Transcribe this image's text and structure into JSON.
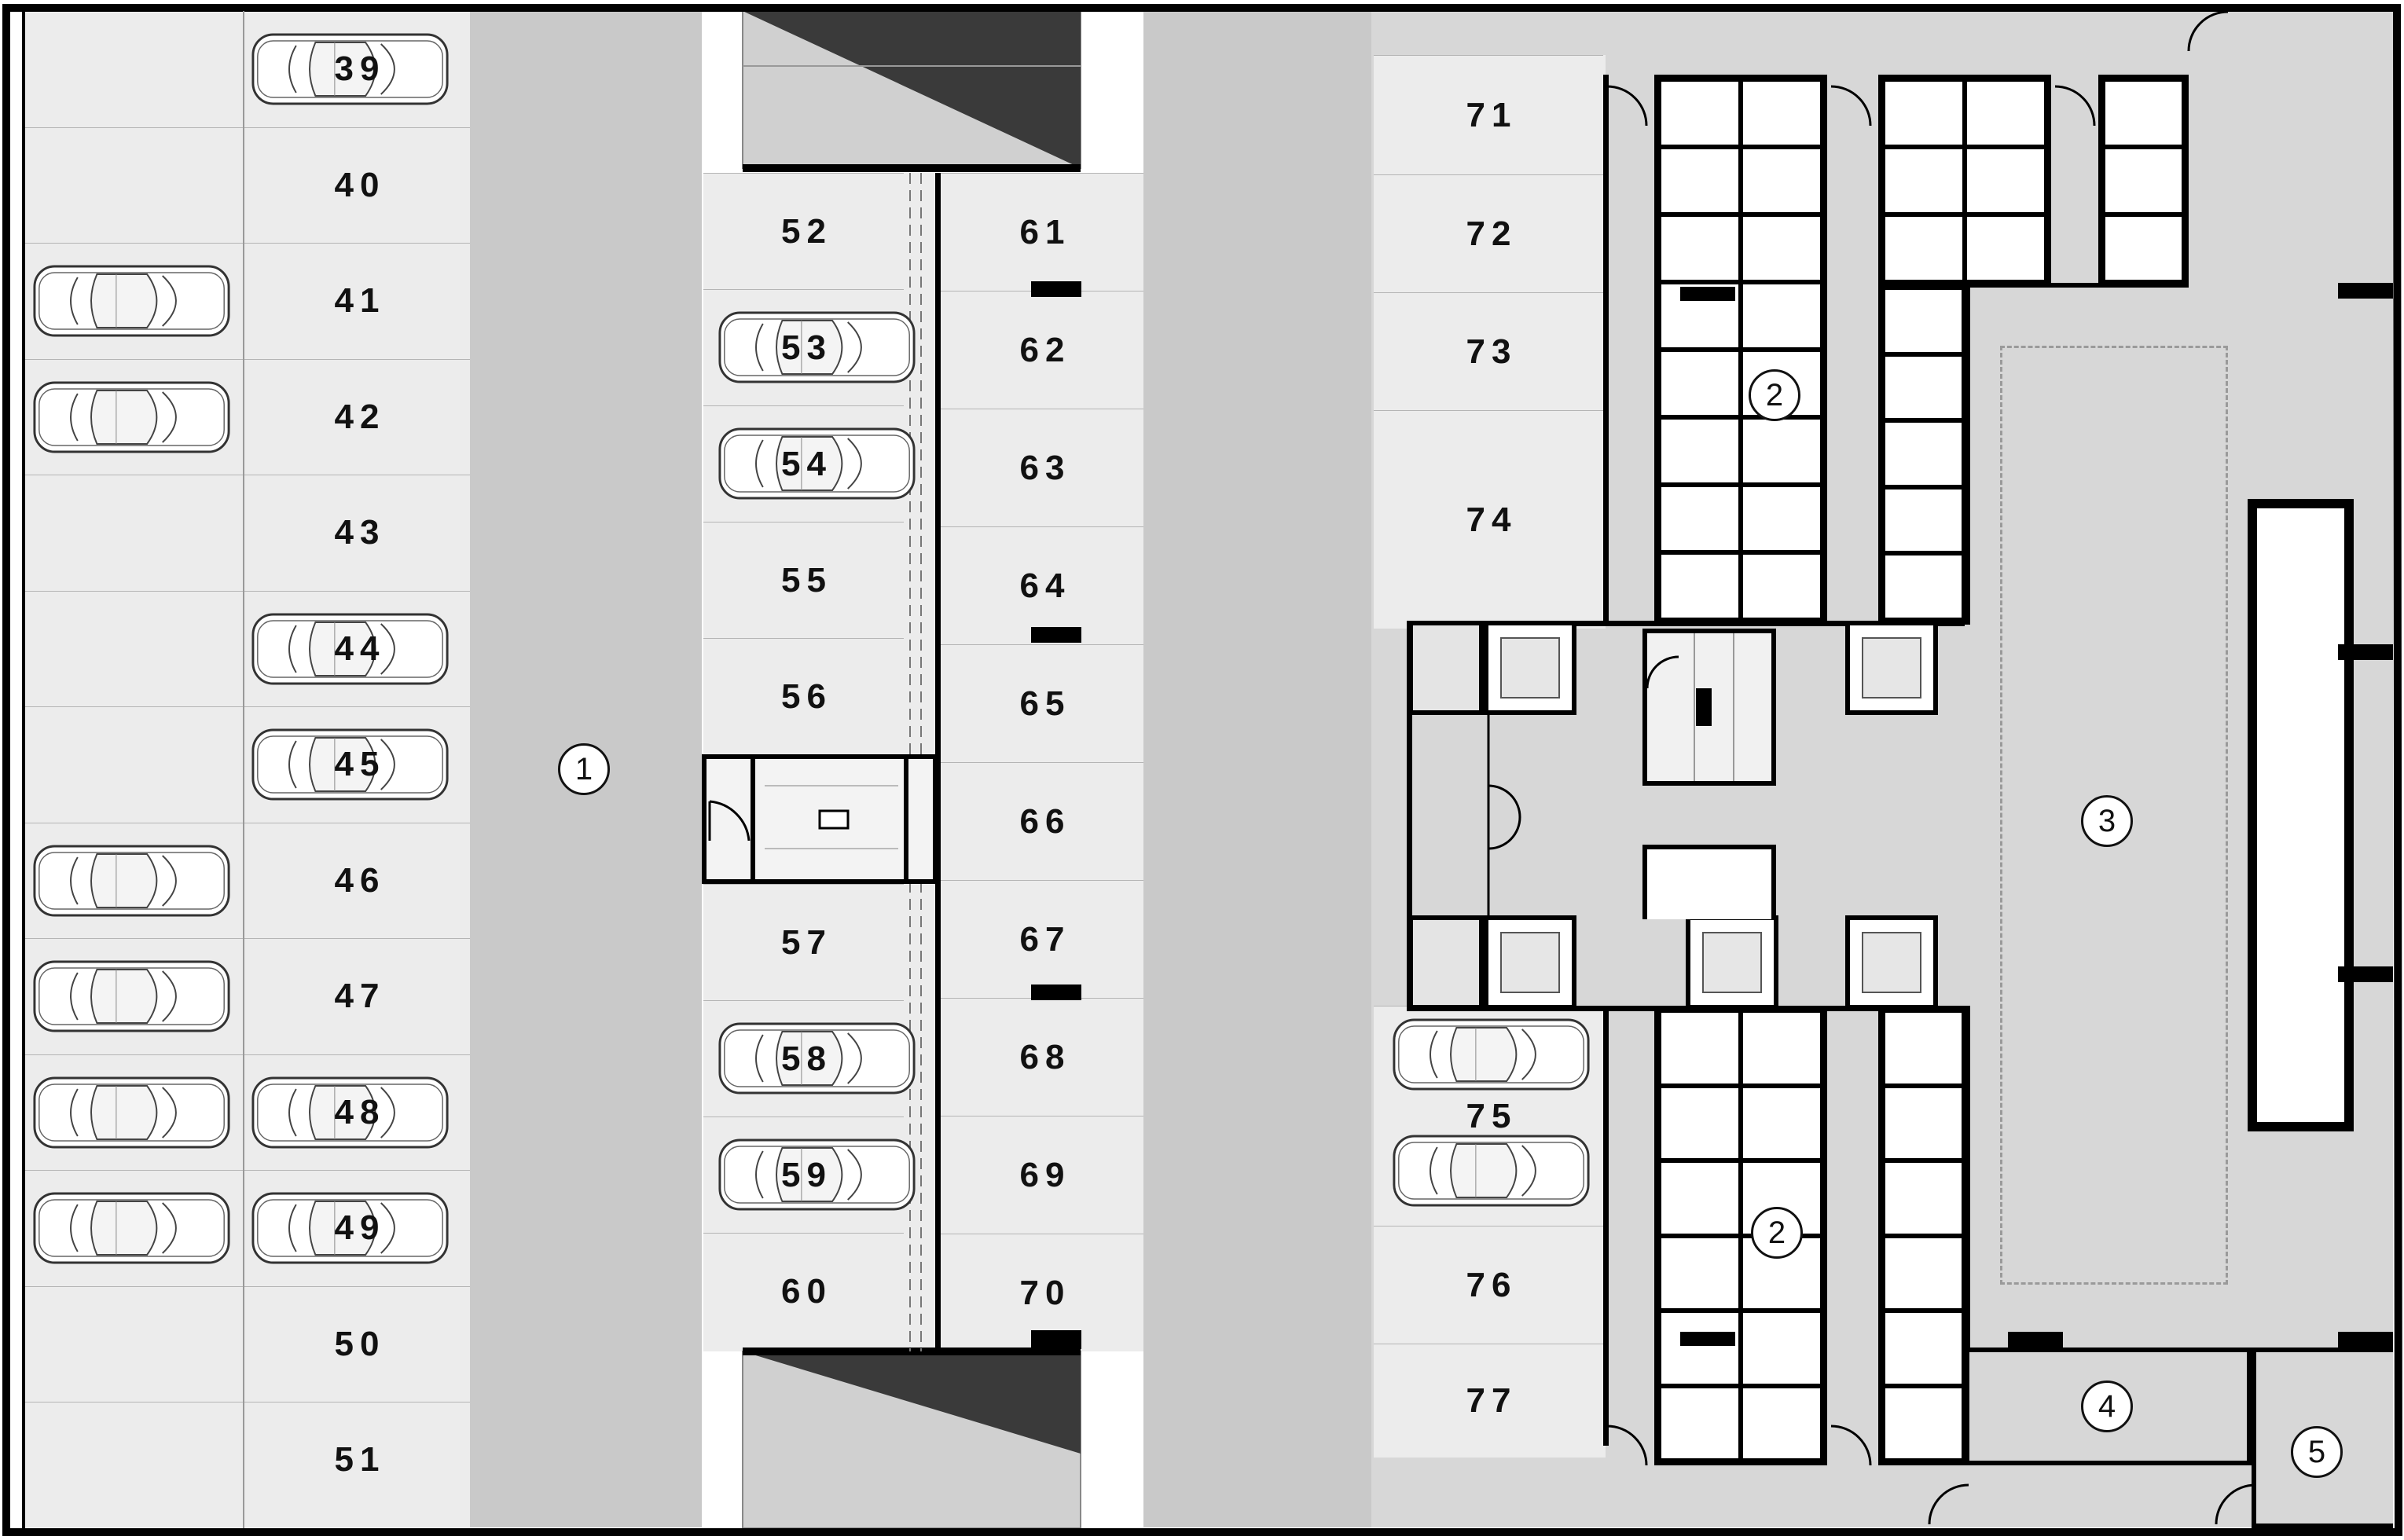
{
  "left_row_a_stalls": [
    {
      "id": "39",
      "car": false
    },
    {
      "id": "40",
      "car": false
    },
    {
      "id": "41",
      "car": true
    },
    {
      "id": "42",
      "car": true
    },
    {
      "id": "43",
      "car": false
    },
    {
      "id": "44",
      "car": false
    },
    {
      "id": "45",
      "car": false
    },
    {
      "id": "46",
      "car": true
    },
    {
      "id": "47",
      "car": true
    },
    {
      "id": "48",
      "car": true
    },
    {
      "id": "49",
      "car": true
    },
    {
      "id": "50",
      "car": false
    },
    {
      "id": "51",
      "car": false
    }
  ],
  "left_row_b_cars": [
    "39",
    "44",
    "45",
    "48",
    "49"
  ],
  "center_west_stalls": [
    {
      "id": "52",
      "car": false
    },
    {
      "id": "53",
      "car": true
    },
    {
      "id": "54",
      "car": true
    },
    {
      "id": "55",
      "car": false
    },
    {
      "id": "56",
      "car": false
    },
    {
      "id": "57",
      "car": false
    },
    {
      "id": "58",
      "car": true
    },
    {
      "id": "59",
      "car": true
    },
    {
      "id": "60",
      "car": false
    }
  ],
  "center_east_stalls": [
    "61",
    "62",
    "63",
    "64",
    "65",
    "66",
    "67",
    "68",
    "69",
    "70"
  ],
  "east_upper_stalls": [
    "71",
    "72",
    "73",
    "74"
  ],
  "east_lower_stalls": [
    {
      "id": "75",
      "car": true
    },
    {
      "id": "76",
      "car": false
    },
    {
      "id": "77",
      "car": false
    }
  ],
  "zone_markers": [
    "1",
    "2",
    "2",
    "3",
    "4",
    "5"
  ]
}
